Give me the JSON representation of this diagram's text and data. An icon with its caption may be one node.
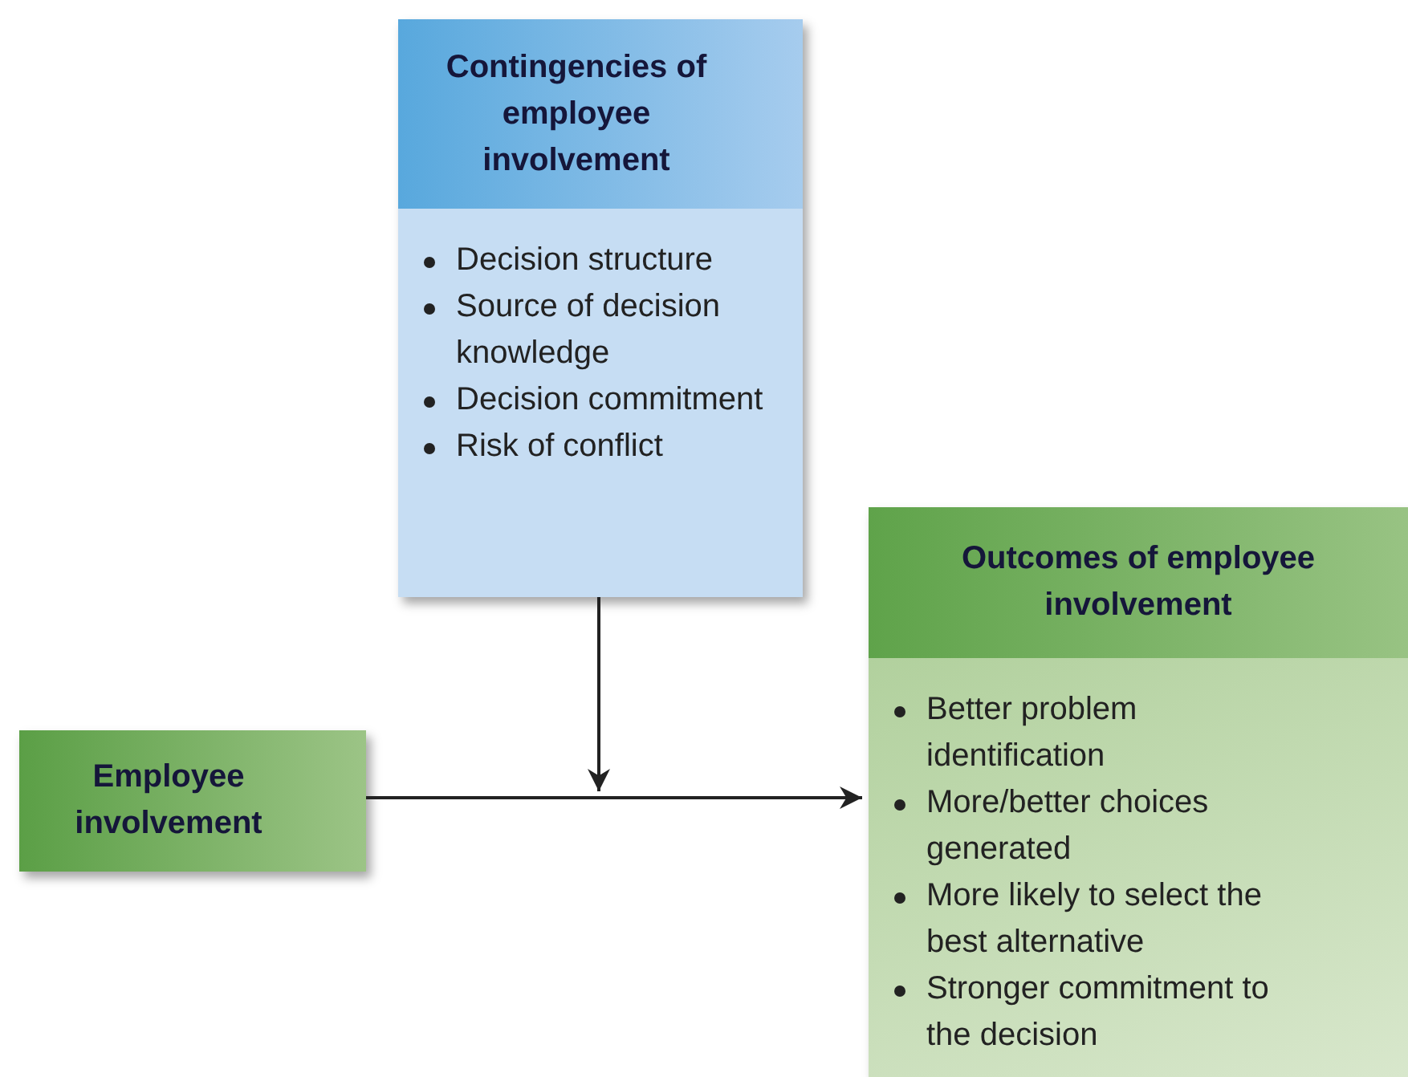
{
  "diagram": {
    "nodes": [
      {
        "text": [
          "Contingencies of employee involvement",
          "Decision structure",
          "Source of decision knowledge",
          "Decision commitment",
          "Risk of conflict"
        ]
      },
      {
        "text": [
          "Employee involvement"
        ]
      },
      {
        "text": [
          "Outcomes of employee involvement",
          "Better problem identification",
          "More/better choices generated",
          "More likely to select the best alternative",
          "Stronger commitment to the decision"
        ]
      }
    ],
    "edges": [
      {
        "from": 0,
        "to": null,
        "arrow": "to"
      },
      {
        "from": 1,
        "to": 2,
        "arrow": "to"
      }
    ]
  }
}
